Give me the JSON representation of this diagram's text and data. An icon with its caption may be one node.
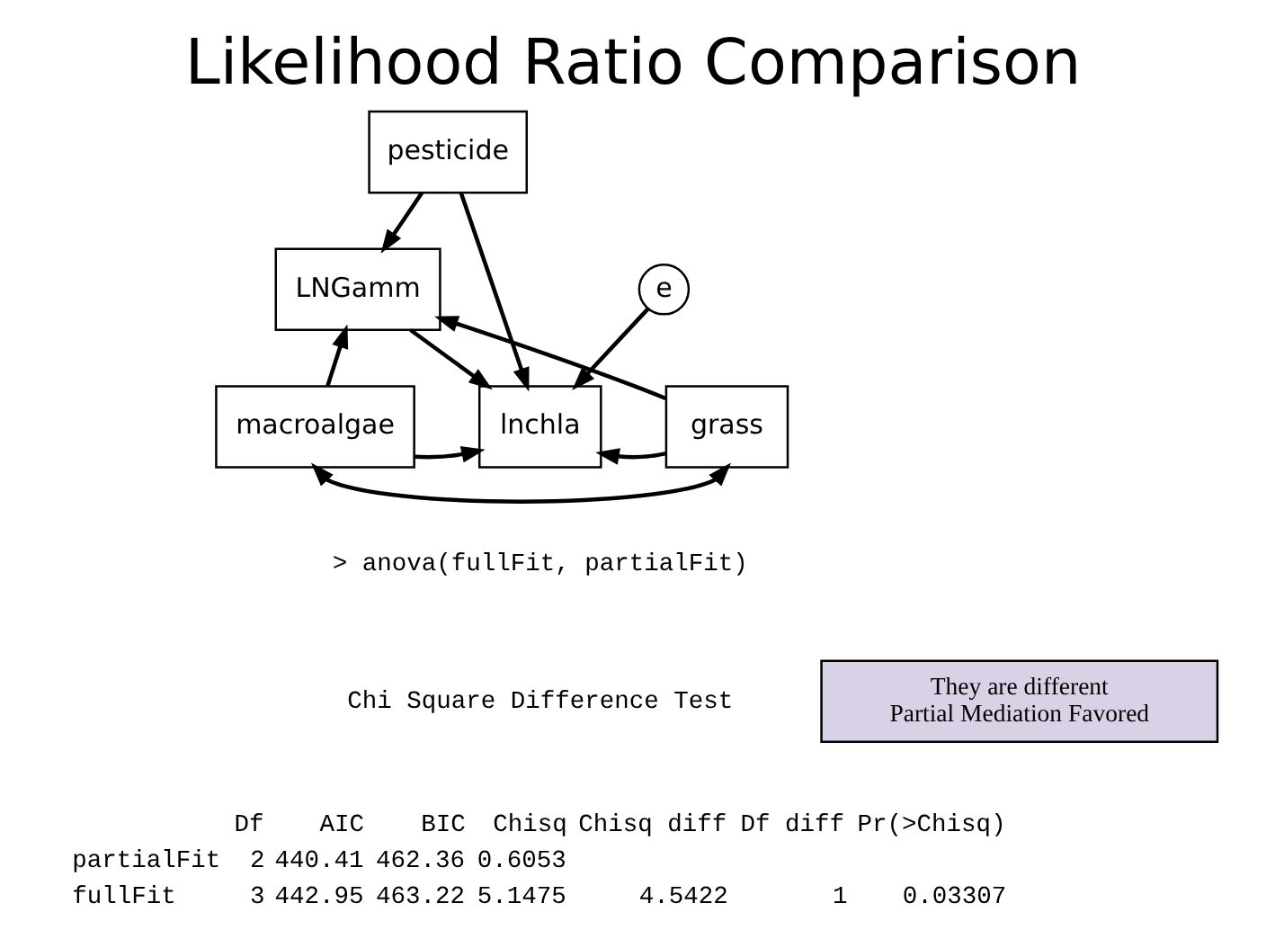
{
  "diagram": {
    "title": "Likelihood Ratio Comparison",
    "nodes": [
      {
        "text": [
          "pesticide"
        ]
      },
      {
        "text": [
          "LNGamm"
        ]
      },
      {
        "text": [
          "macroalgae"
        ]
      },
      {
        "text": [
          "lnchla"
        ]
      },
      {
        "text": [
          "e"
        ]
      },
      {
        "text": [
          "grass"
        ]
      },
      {
        "text": [
          "They are different",
          "Partial Mediation Favored"
        ]
      }
    ],
    "edges": [
      {
        "from": 0,
        "to": 1,
        "arrow": "to"
      },
      {
        "from": 0,
        "to": 3,
        "arrow": "to"
      },
      {
        "from": 2,
        "to": 1,
        "arrow": "to"
      },
      {
        "from": 5,
        "to": 1,
        "arrow": "to"
      },
      {
        "from": 1,
        "to": 3,
        "arrow": "to"
      },
      {
        "from": 2,
        "to": 3,
        "arrow": "to"
      },
      {
        "from": 4,
        "to": 3,
        "arrow": "to"
      },
      {
        "from": 5,
        "to": 3,
        "arrow": "to"
      },
      {
        "from": 2,
        "to": 5,
        "arrow": "both"
      }
    ],
    "labels": [
      "> anova(fullFit, partialFit)",
      "Chi Square Difference Test",
      "Df",
      "AIC",
      "BIC",
      "Chisq",
      "Chisq diff",
      "Df diff",
      "Pr(>Chisq)",
      "partialFit",
      "2",
      "440.41",
      "462.36",
      "0.6053",
      "fullFit",
      "3",
      "442.95",
      "463.22",
      "5.1475",
      "4.5422",
      "1",
      "0.03307"
    ]
  }
}
